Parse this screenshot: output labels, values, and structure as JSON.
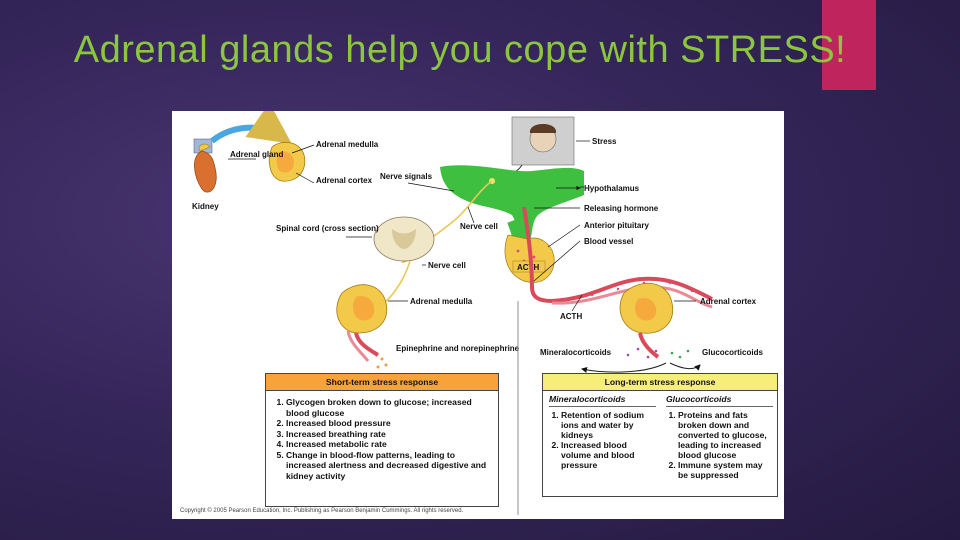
{
  "title": "Adrenal glands help you cope with STRESS!",
  "labels": {
    "adrenal_medulla_inset": "Adrenal medulla",
    "adrenal_gland": "Adrenal gland",
    "adrenal_cortex_inset": "Adrenal cortex",
    "kidney": "Kidney",
    "stress": "Stress",
    "nerve_signals": "Nerve signals",
    "hypothalamus": "Hypothalamus",
    "releasing_hormone": "Releasing hormone",
    "anterior_pituitary": "Anterior pituitary",
    "blood_vessel": "Blood vessel",
    "spinal_cord": "Spinal cord (cross section)",
    "nerve_cell_upper": "Nerve cell",
    "nerve_cell_lower": "Nerve cell",
    "acth_gland": "ACTH",
    "acth_vessel": "ACTH",
    "adrenal_medulla": "Adrenal medulla",
    "adrenal_cortex": "Adrenal cortex",
    "epinephrine": "Epinephrine and norepinephrine",
    "mineralocorticoids": "Mineralocorticoids",
    "glucocorticoids": "Glucocorticoids"
  },
  "short_term": {
    "heading": "Short-term stress response",
    "items": [
      "Glycogen broken down to glucose; increased blood glucose",
      "Increased blood pressure",
      "Increased breathing rate",
      "Increased metabolic rate",
      "Change in blood-flow patterns, leading to increased alertness and decreased digestive and kidney activity"
    ]
  },
  "long_term": {
    "heading": "Long-term stress response",
    "mineral_heading": "Mineralocorticoids",
    "mineral_items": [
      "Retention of sodium ions and water by kidneys",
      "Increased blood volume and blood pressure"
    ],
    "gluco_heading": "Glucocorticoids",
    "gluco_items": [
      "Proteins and fats broken down and converted to glucose, leading to increased blood glucose",
      "Immune system may be suppressed"
    ]
  },
  "copyright": "Copyright © 2005 Pearson Education, Inc. Publishing as Pearson Benjamin Cummings. All rights reserved.",
  "colors": {
    "title": "#8cc63f",
    "accent": "#c0245c",
    "short_term_header": "#f7a33a",
    "long_term_header": "#f7ee7a",
    "brain": "#3fbf3f",
    "gland": "#f3c94a"
  }
}
